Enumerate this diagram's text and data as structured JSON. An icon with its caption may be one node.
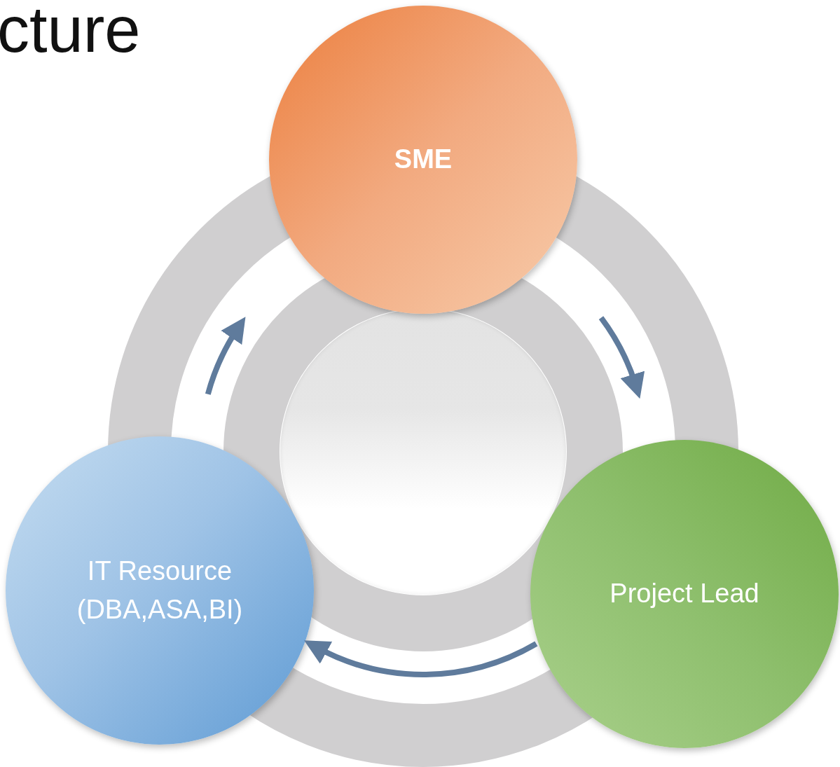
{
  "diagram": {
    "title": "cture",
    "nodes": [
      {
        "text": [
          "SME"
        ]
      },
      {
        "text": [],
        "shape": "circle"
      },
      {
        "text": [
          "IT Resource (DBA,ASA,BI)"
        ]
      },
      {
        "text": [
          "Project Lead"
        ]
      }
    ],
    "edges": [
      {
        "from": 0,
        "to": 3,
        "arrow": "to"
      },
      {
        "from": 3,
        "to": 2,
        "arrow": "to"
      },
      {
        "from": 2,
        "to": 0,
        "arrow": "to"
      }
    ]
  }
}
